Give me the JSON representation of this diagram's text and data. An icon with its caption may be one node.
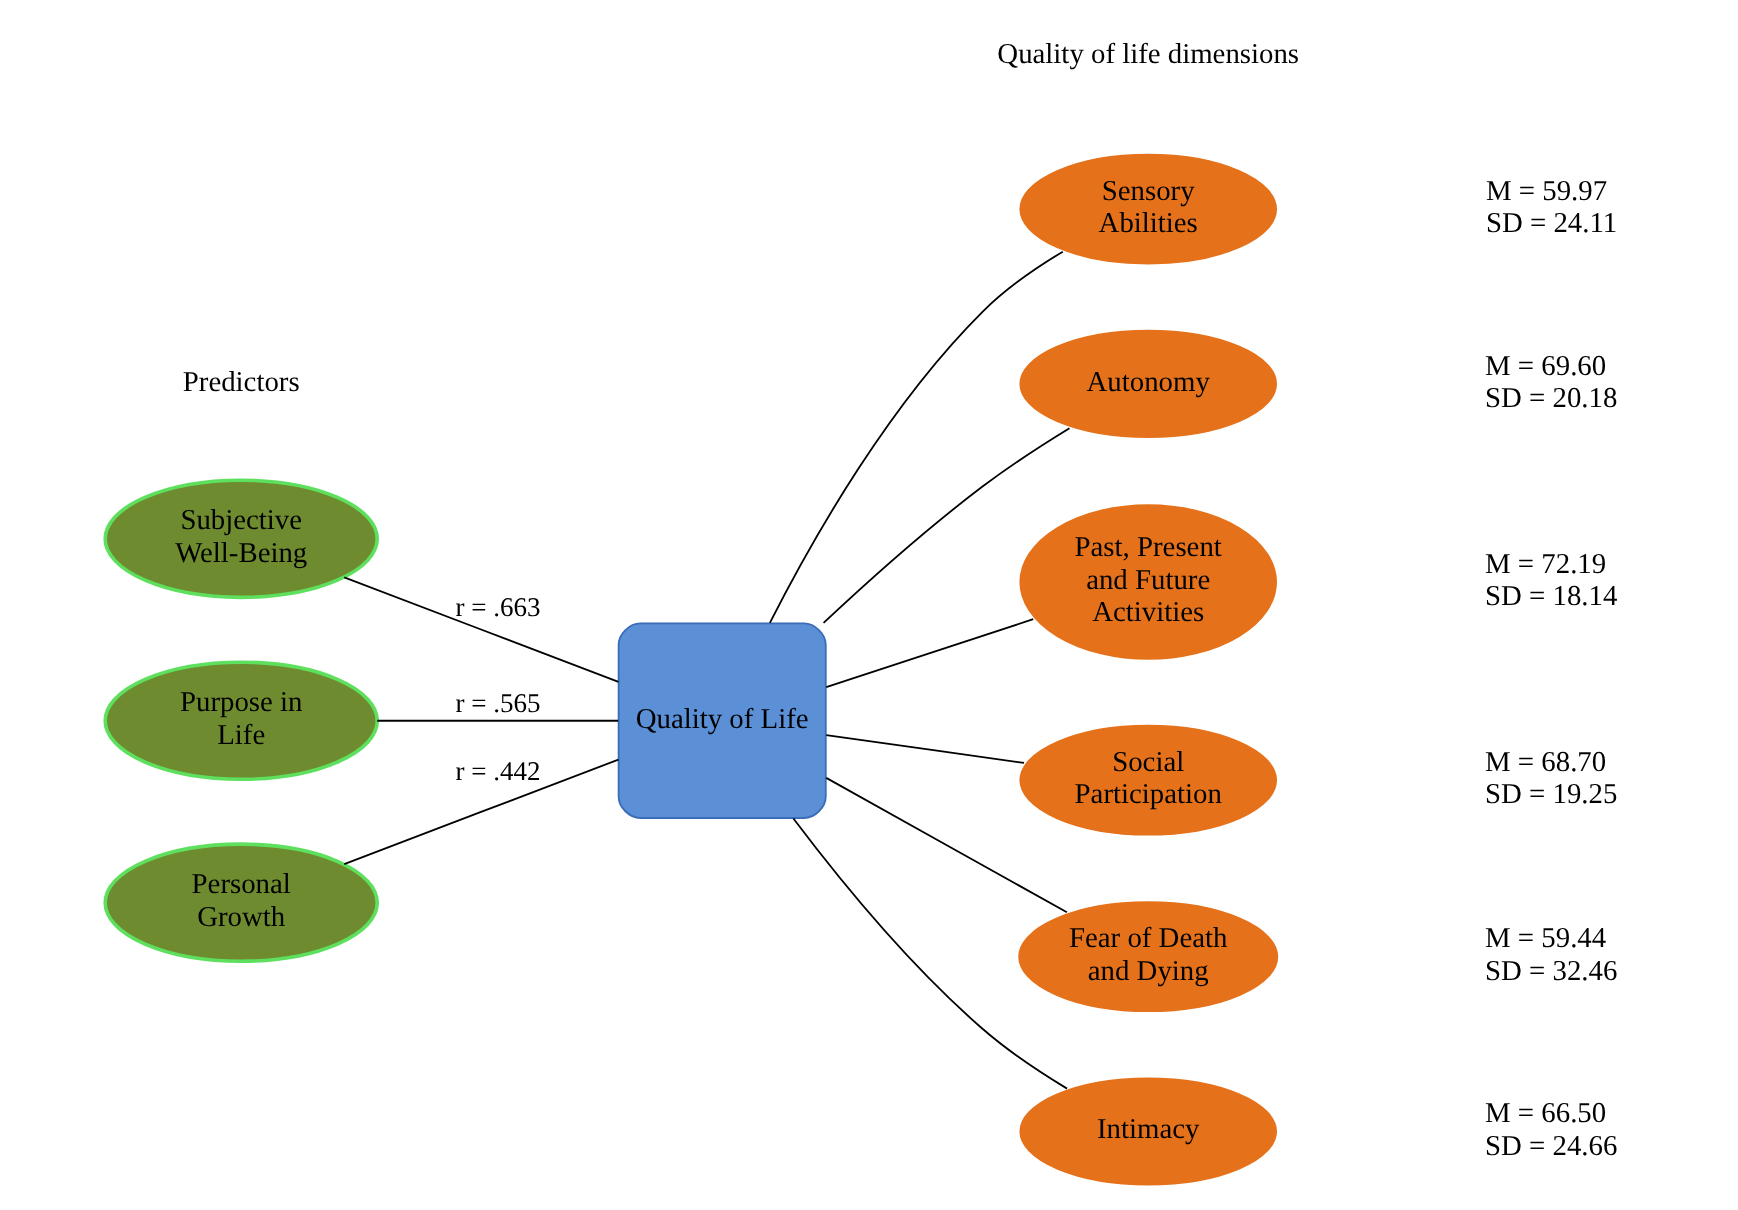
{
  "diagram": {
    "nodes": [
      {
        "text": [
          "Subjective Well-Being"
        ]
      },
      {
        "text": [
          "Purpose in Life"
        ]
      },
      {
        "text": [
          "Personal Growth"
        ]
      },
      {
        "text": [
          "Quality of Life"
        ]
      },
      {
        "text": [
          "Sensory Abilities"
        ],
        "beside": [
          "M = 59.97",
          "SD = 24.11"
        ]
      },
      {
        "text": [
          "Autonomy"
        ],
        "beside": [
          "M = 69.60",
          "SD = 20.18"
        ]
      },
      {
        "text": [
          "Past, Present and Future Activities"
        ],
        "beside": [
          "M = 72.19",
          "SD = 18.14"
        ]
      },
      {
        "text": [
          "Social Participation"
        ],
        "beside": [
          "M = 68.70",
          "SD = 19.25"
        ]
      },
      {
        "text": [
          "Fear of Death and Dying"
        ],
        "beside": [
          "M = 59.44",
          "SD = 32.46"
        ]
      },
      {
        "text": [
          "Intimacy"
        ],
        "beside": [
          "M = 66.50",
          "SD = 24.66"
        ]
      }
    ],
    "edges": [
      {
        "from": 0,
        "to": 3,
        "arrow": "none",
        "label": "r = .663"
      },
      {
        "from": 1,
        "to": 3,
        "arrow": "none",
        "label": "r = .565"
      },
      {
        "from": 2,
        "to": 3,
        "arrow": "none",
        "label": "r = .442"
      },
      {
        "from": 3,
        "to": 4,
        "arrow": "none"
      },
      {
        "from": 3,
        "to": 5,
        "arrow": "none"
      },
      {
        "from": 3,
        "to": 6,
        "arrow": "none"
      },
      {
        "from": 3,
        "to": 7,
        "arrow": "none"
      },
      {
        "from": 3,
        "to": 8,
        "arrow": "none"
      },
      {
        "from": 3,
        "to": 9,
        "arrow": "none"
      }
    ],
    "labels": [
      "Predictors",
      "Quality of life dimensions"
    ]
  }
}
